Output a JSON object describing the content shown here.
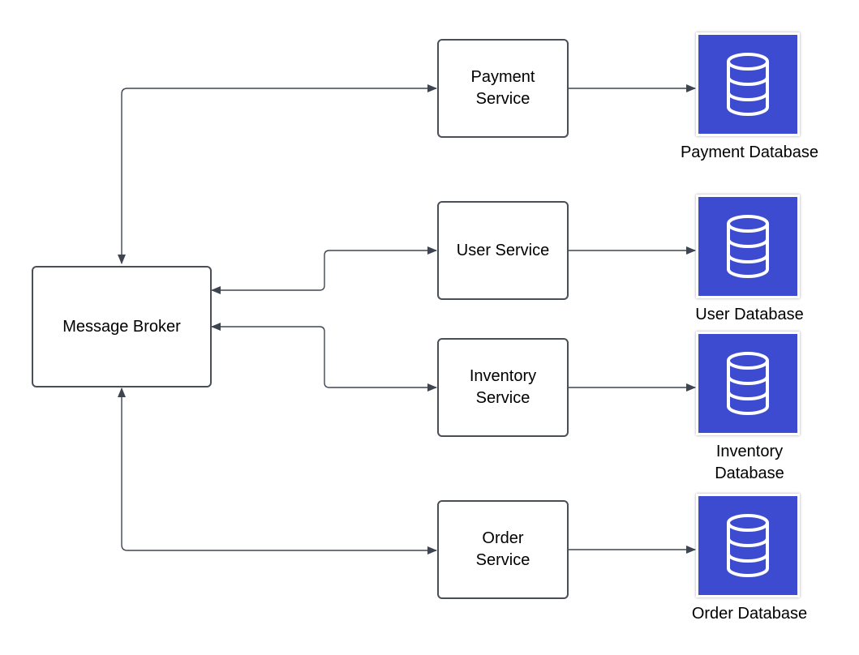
{
  "colors": {
    "line": "#3f4550",
    "db_fill": "#3d4bd1",
    "box_border": "#4a4f57"
  },
  "broker": {
    "label": "Message Broker"
  },
  "services": [
    {
      "label": "Payment\nService"
    },
    {
      "label": "User Service"
    },
    {
      "label": "Inventory\nService"
    },
    {
      "label": "Order\nService"
    }
  ],
  "databases": [
    {
      "label": "Payment Database",
      "icon": "database-icon"
    },
    {
      "label": "User Database",
      "icon": "database-icon"
    },
    {
      "label": "Inventory\nDatabase",
      "icon": "database-icon"
    },
    {
      "label": "Order Database",
      "icon": "database-icon"
    }
  ]
}
